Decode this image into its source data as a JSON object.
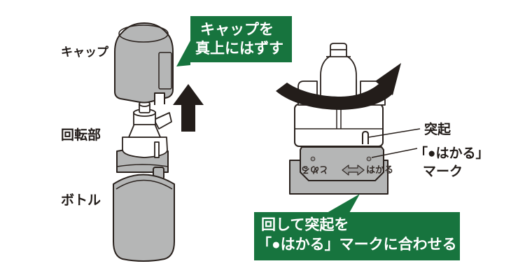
{
  "page_title": "bottle-cap-usage-instructions",
  "colors": {
    "callout_green": "#17743e",
    "part_gray": "#b5b6b6",
    "outline_dark": "#29211d",
    "part_white": "#ffffff",
    "dial_arrow_gray": "#9e9e9e"
  },
  "left_diagram": {
    "labels": {
      "cap": "キャップ",
      "rotating_part": "回転部",
      "bottle": "ボトル"
    }
  },
  "right_diagram": {
    "labels": {
      "protrusion": "突起",
      "mark_line1": "「●はかる」",
      "mark_line2": "マーク"
    },
    "dial": {
      "stop_text_rotated": "とめる",
      "measure_text": "はかる"
    }
  },
  "callout_top": {
    "line1": "キャップを",
    "line2": "真上にはずす"
  },
  "callout_bottom": {
    "line1": "回して突起を",
    "line2": "「●はかる」マークに合わせる"
  },
  "icons": {
    "up_arrow": "up-arrow",
    "rotate_arrow": "rotate-arrow",
    "double_arrow": "left-right-arrow"
  }
}
